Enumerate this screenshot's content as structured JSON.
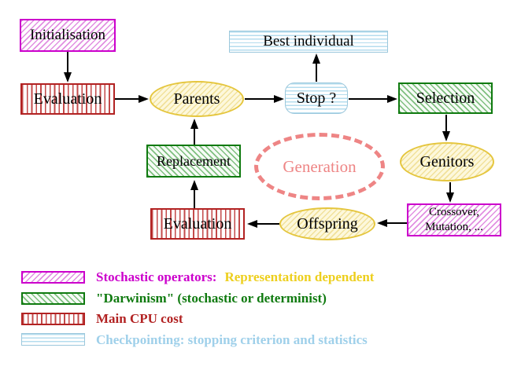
{
  "diagram": {
    "nodes": {
      "initialisation": {
        "label": "Initialisation"
      },
      "evaluation_top": {
        "label": "Evaluation"
      },
      "parents": {
        "label": "Parents"
      },
      "best_individual": {
        "label": "Best individual"
      },
      "stop": {
        "label": "Stop ?"
      },
      "selection": {
        "label": "Selection"
      },
      "replacement": {
        "label": "Replacement"
      },
      "generation": {
        "label": "Generation"
      },
      "genitors": {
        "label": "Genitors"
      },
      "crossover": {
        "line1": "Crossover,",
        "line2": "Mutation, ..."
      },
      "offspring": {
        "label": "Offspring"
      },
      "evaluation_bottom": {
        "label": "Evaluation"
      }
    },
    "legend": {
      "rows": [
        {
          "text": "Stochastic operators:",
          "text2": "Representation dependent"
        },
        {
          "text": "\"Darwinism\" (stochastic or determinist)"
        },
        {
          "text": "Main CPU cost"
        },
        {
          "text": "Checkpointing: stopping criterion and statistics"
        }
      ]
    },
    "colors": {
      "magenta": "#cc00cc",
      "magenta-hatch": "#e18fe1",
      "green": "#0f7a0f",
      "green-hatch": "#7fbf7f",
      "red": "#b22222",
      "red-stripe": "#c34a4a",
      "cyan-border": "#9cc8dc",
      "cyan-stripe": "#b4dcee",
      "cyan-text": "#9fd0ea",
      "yellow-border": "#e5c63e",
      "yellow-fill": "#fdf8dc",
      "yellow-hatch": "#f1e19b",
      "yellow-text": "#edcf1d",
      "salmon": "#ee8585",
      "arrow": "#000000"
    }
  }
}
